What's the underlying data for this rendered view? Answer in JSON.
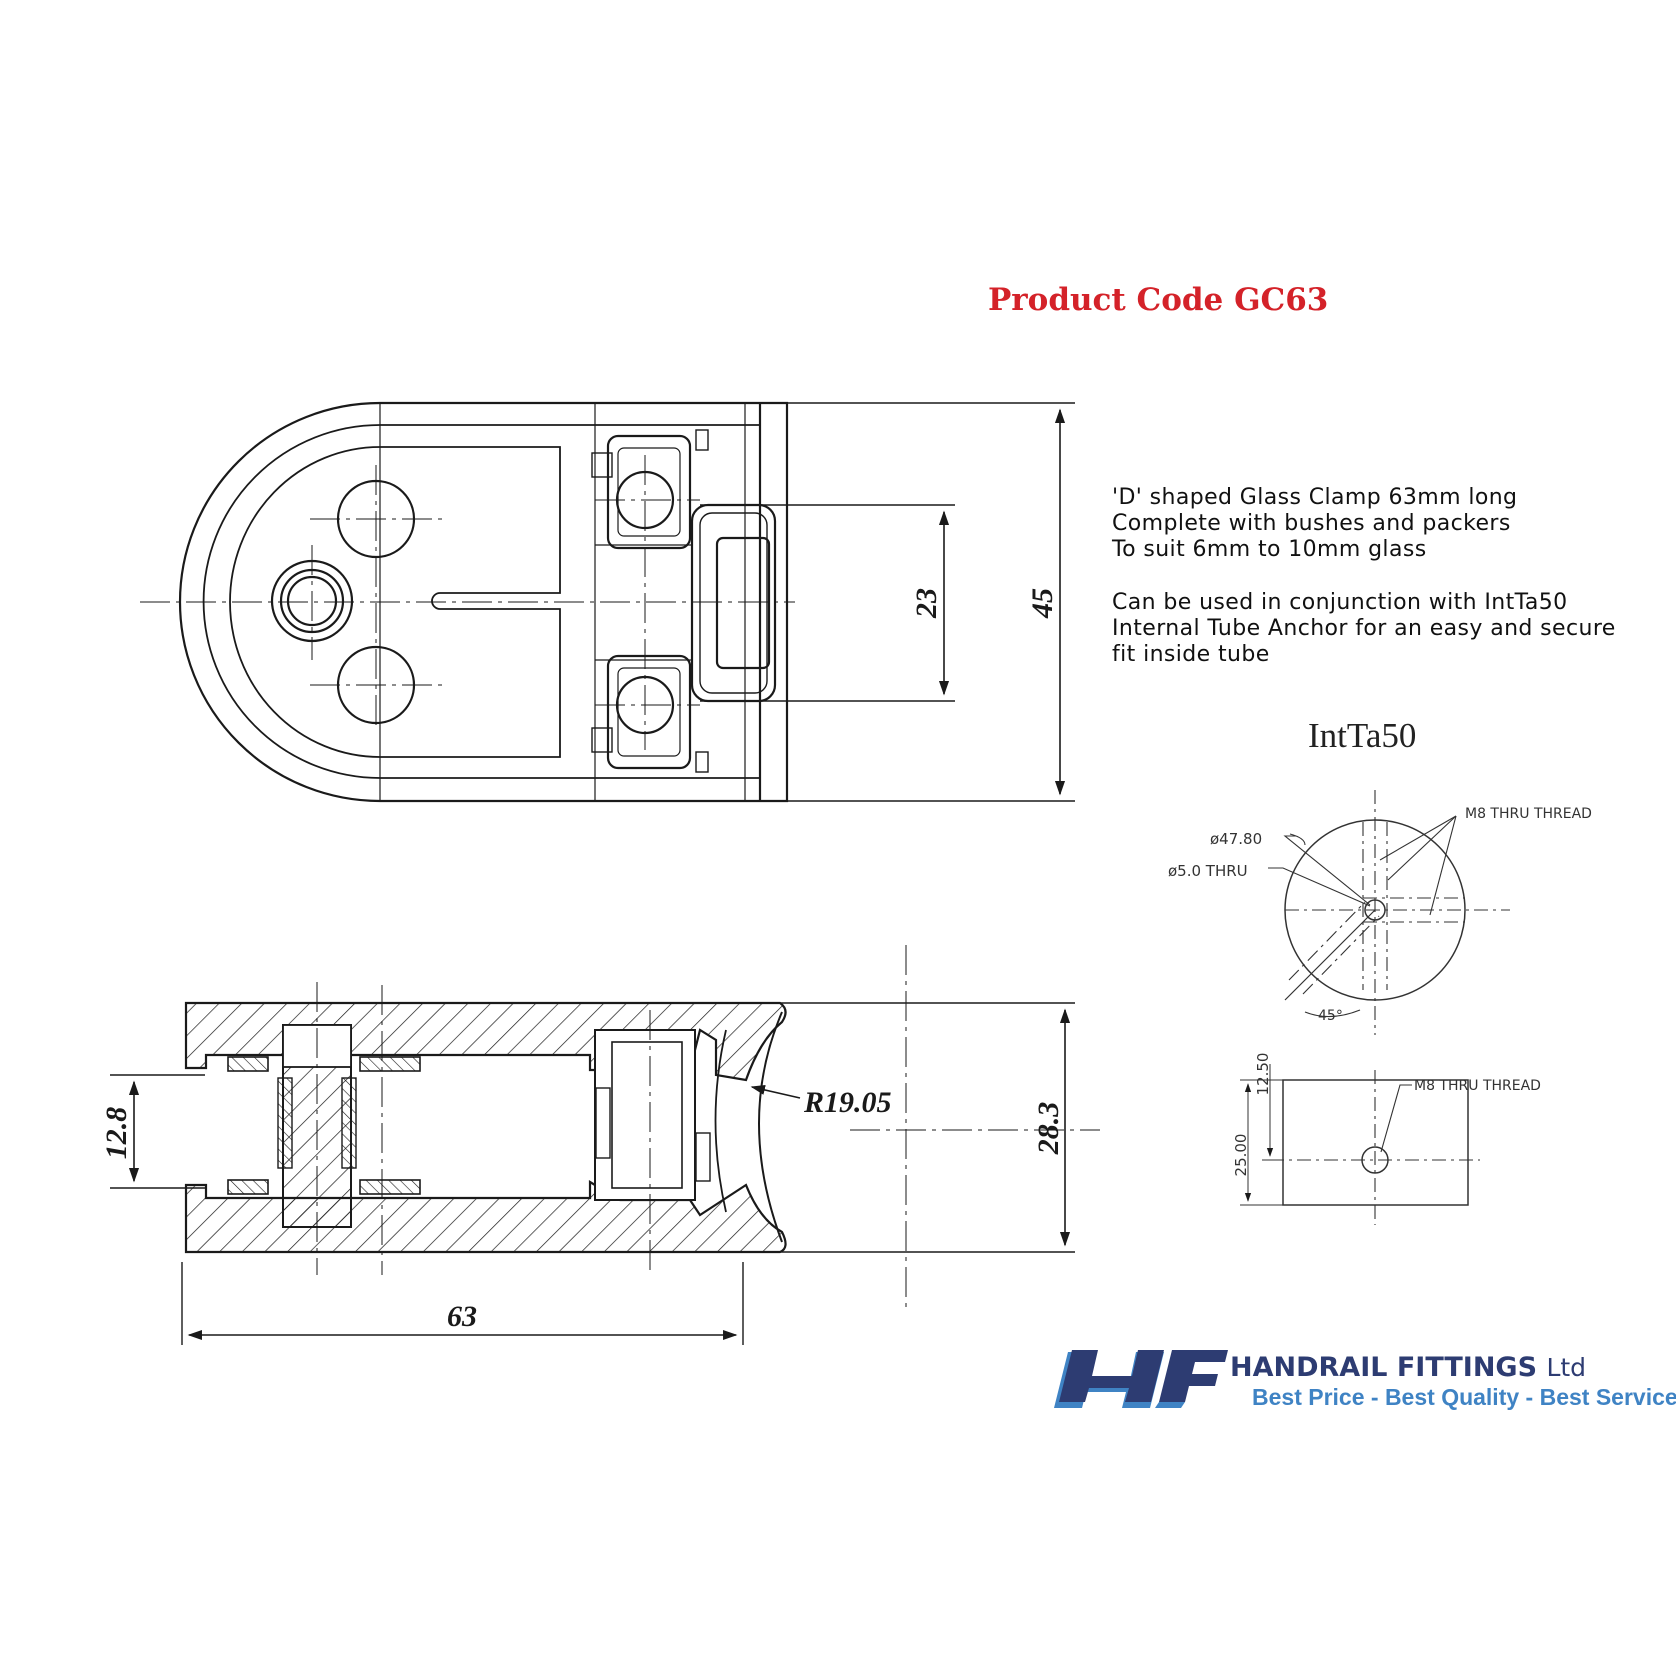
{
  "product_code": "Product Code GC63",
  "description": {
    "line1": "'D' shaped Glass Clamp 63mm long",
    "line2": "Complete with bushes and packers",
    "line3": "To suit 6mm to 10mm glass",
    "line4": "Can be used in conjunction with IntTa50",
    "line5": "Internal Tube Anchor for an easy and secure",
    "line6": "fit inside tube"
  },
  "top_view": {
    "dim_inner": "23",
    "dim_overall": "45"
  },
  "side_view": {
    "dim_gap": "12.8",
    "dim_radius": "R19.05",
    "dim_height": "28.3",
    "dim_length": "63"
  },
  "intta": {
    "title": "IntTa50",
    "dia_outer": "ø47.80",
    "dia_hole": "ø5.0 THRU",
    "thread_label_top": "M8 THRU THREAD",
    "angle": "45°",
    "dim_half": "12.50",
    "dim_full": "25.00",
    "thread_label_side": "M8 THRU THREAD"
  },
  "logo": {
    "mark": "HF",
    "company": "HANDRAIL FITTINGS",
    "suffix": "Ltd",
    "tagline": "Best Price - Best Quality - Best Service",
    "color_dark": "#2d3c72",
    "color_light": "#3f83c4"
  },
  "colors": {
    "product_code": "#d42229",
    "line": "#1a1a1a"
  }
}
